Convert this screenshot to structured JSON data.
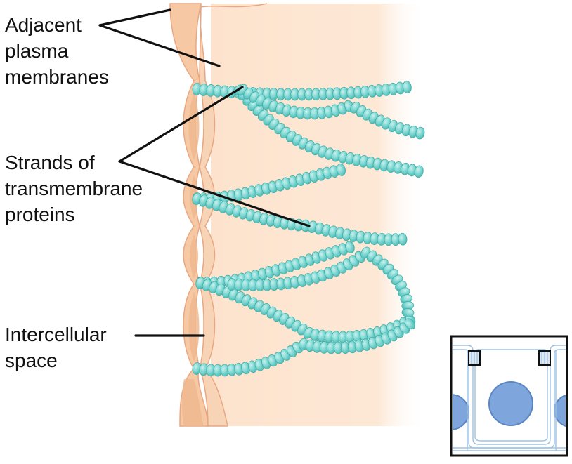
{
  "labels": {
    "membranes": [
      "Adjacent",
      "plasma",
      "membranes"
    ],
    "strands": [
      "Strands of",
      "transmembrane",
      "proteins"
    ],
    "space": [
      "Intercellular",
      "space"
    ]
  },
  "colors": {
    "membrane": "#f6c9a4",
    "membrane_edge": "#e8a782",
    "intercellular": "#f2c4a0",
    "cytoplasm": "#fde8d6",
    "bead": "#78d4cf",
    "bead_edge": "#3fb0aa",
    "leader": "#111111",
    "inset_nucleus": "#7fa6dc",
    "inset_border": "#111111"
  }
}
